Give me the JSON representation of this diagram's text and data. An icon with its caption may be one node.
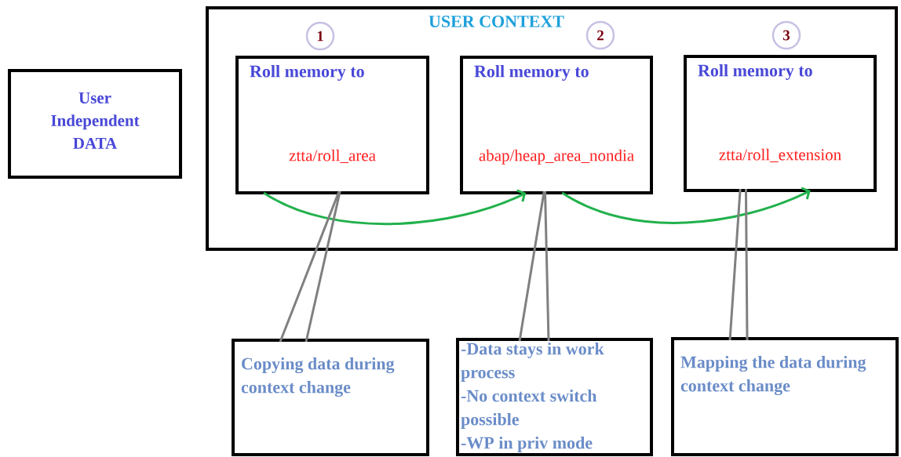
{
  "diagram": {
    "nodes": [
      {
        "text": [
          "User Independent DATA"
        ]
      },
      {
        "text": [
          "USER CONTEXT"
        ]
      },
      {
        "text": [
          "1"
        ],
        "in": 1
      },
      {
        "text": [
          "Roll memory to",
          "ztta/roll_area"
        ],
        "in": 1
      },
      {
        "text": [
          "2"
        ],
        "in": 1
      },
      {
        "text": [
          "Roll memory to",
          "abap/heap_area_nondia"
        ],
        "in": 1
      },
      {
        "text": [
          "3"
        ],
        "in": 1
      },
      {
        "text": [
          "Roll memory to",
          "ztta/roll_extension"
        ],
        "in": 1
      },
      {
        "text": [
          "Copying data during context change"
        ]
      },
      {
        "text": [
          "-Data stays in work process",
          "-No context switch possible",
          "-WP in priv mode"
        ]
      },
      {
        "text": [
          "Mapping the data during context change"
        ]
      }
    ],
    "edges": [
      {
        "from": 3,
        "to": 5,
        "arrow": "to",
        "color": "#22b14c"
      },
      {
        "from": 5,
        "to": 7,
        "arrow": "to",
        "color": "#22b14c"
      },
      {
        "from": 8,
        "to": 3,
        "arrow": "none",
        "color": "#808080"
      },
      {
        "from": 9,
        "to": 5,
        "arrow": "none",
        "color": "#808080"
      },
      {
        "from": 10,
        "to": 7,
        "arrow": "none",
        "color": "#808080"
      }
    ]
  }
}
